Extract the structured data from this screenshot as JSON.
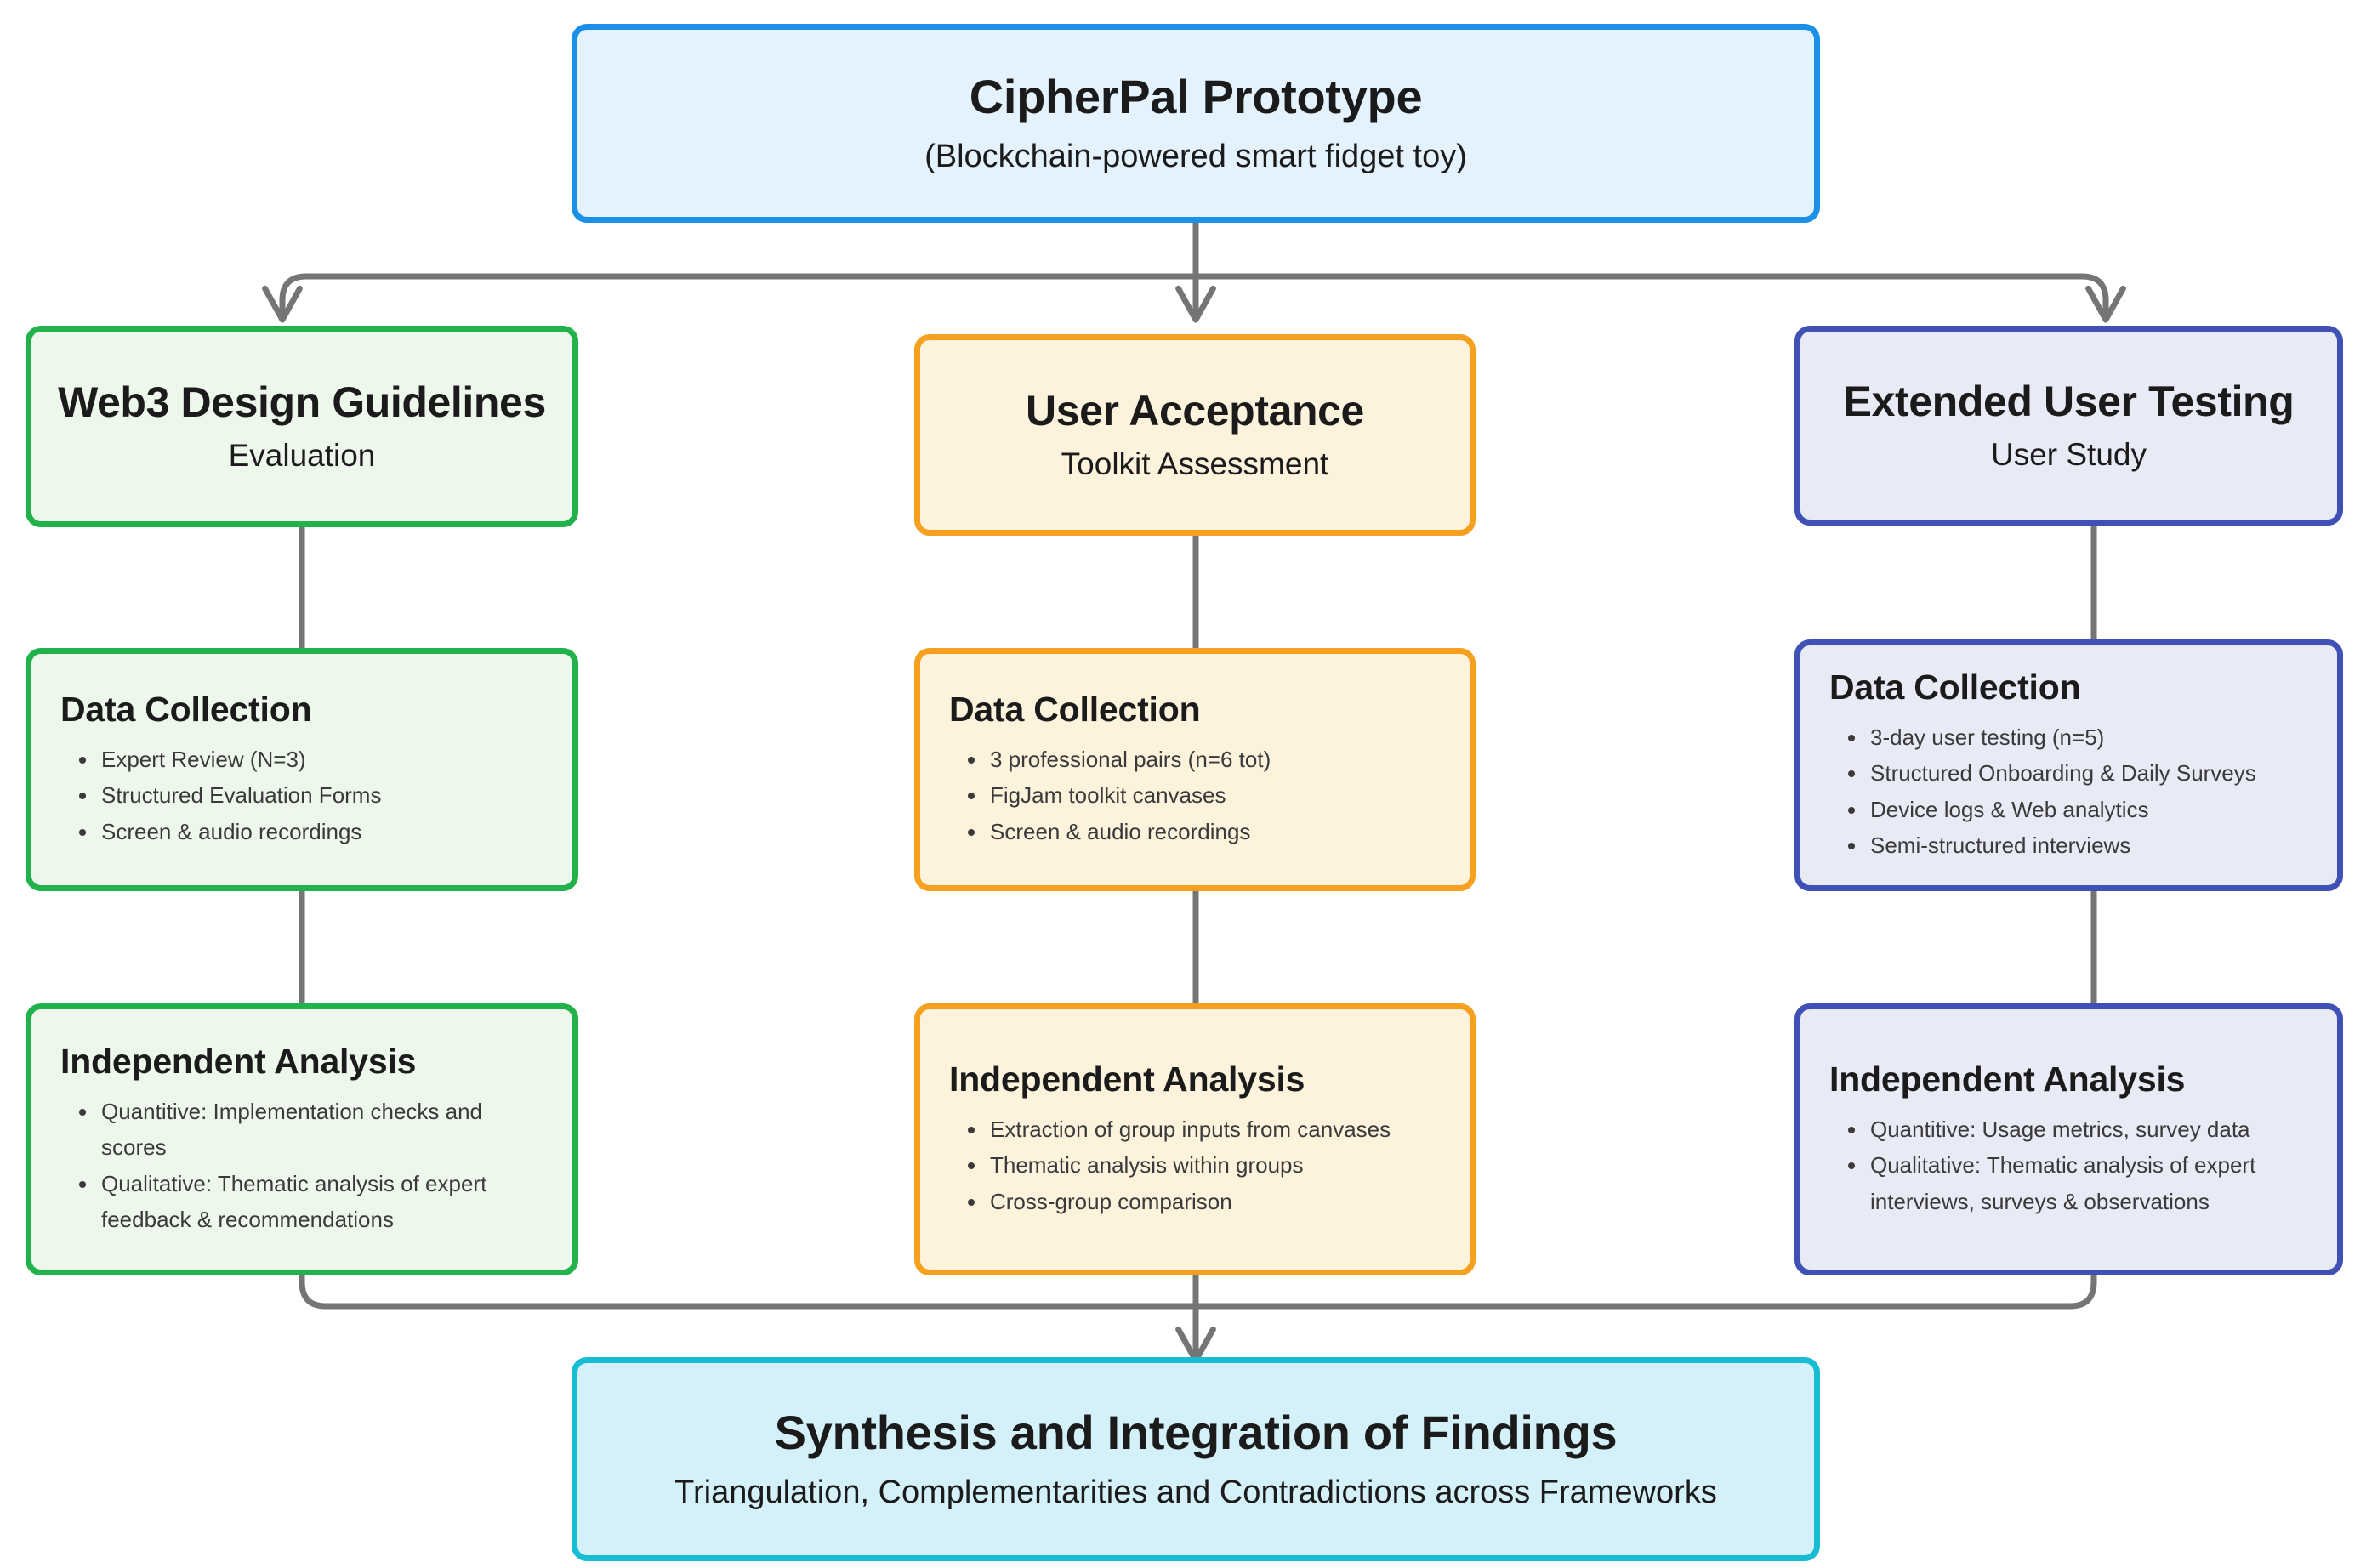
{
  "diagram": {
    "edge_color": "#757575",
    "nodes": {
      "prototype": {
        "title": "CipherPal Prototype",
        "subtitle": "(Blockchain-powered smart fidget toy)",
        "accent": "#1a90e8",
        "fill": "#e3f2fd"
      },
      "synthesis": {
        "title": "Synthesis and Integration of Findings",
        "subtitle": "Triangulation, Complementarities and Contradictions across Frameworks",
        "accent": "#18bcd4",
        "fill": "#d4f1fa"
      }
    },
    "columns": [
      {
        "id": "web3",
        "accent": "#22b24c",
        "fill": "#eef7ec",
        "head": {
          "title": "Web3 Design Guidelines",
          "subtitle": "Evaluation"
        },
        "collection": {
          "title": "Data Collection",
          "items": [
            "Expert Review (N=3)",
            "Structured Evaluation Forms",
            "Screen & audio recordings"
          ]
        },
        "analysis": {
          "title": "Independent Analysis",
          "items": [
            "Quantitive: Implementation checks and scores",
            "Qualitative: Thematic analysis of expert feedback & recommendations"
          ]
        }
      },
      {
        "id": "acceptance",
        "accent": "#f5a11f",
        "fill": "#fdf3dd",
        "head": {
          "title": "User Acceptance",
          "subtitle": "Toolkit Assessment"
        },
        "collection": {
          "title": "Data Collection",
          "items": [
            "3 professional pairs (n=6 tot)",
            "FigJam toolkit canvases",
            "Screen & audio recordings"
          ]
        },
        "analysis": {
          "title": "Independent Analysis",
          "items": [
            "Extraction of group inputs from canvases",
            "Thematic analysis within groups",
            "Cross-group comparison"
          ]
        }
      },
      {
        "id": "extended",
        "accent": "#3f51b5",
        "fill": "#e8eaf6",
        "head": {
          "title": "Extended User Testing",
          "subtitle": "User Study"
        },
        "collection": {
          "title": "Data Collection",
          "items": [
            "3-day user testing (n=5)",
            "Structured Onboarding & Daily Surveys",
            "Device logs & Web analytics",
            "Semi-structured interviews"
          ]
        },
        "analysis": {
          "title": "Independent Analysis",
          "items": [
            "Quantitive: Usage metrics, survey data",
            "Qualitative: Thematic analysis of expert interviews, surveys & observations"
          ]
        }
      }
    ]
  }
}
